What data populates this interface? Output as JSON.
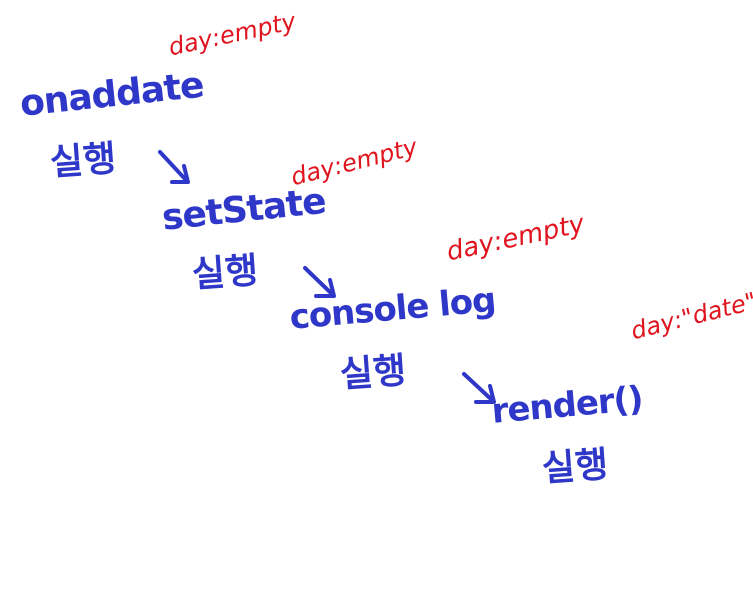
{
  "steps": [
    {
      "label": "onaddate",
      "run": "실행",
      "state": "day:empty"
    },
    {
      "label": "setState",
      "run": "실행",
      "state": "day:empty"
    },
    {
      "label": "console log",
      "run": "실행",
      "state": "day:empty"
    },
    {
      "label": "render()",
      "run": "실행",
      "state": "day:\"date\""
    }
  ],
  "colors": {
    "ink_blue": "#2f37c9",
    "ink_red": "#e0141e",
    "background": "#ffffff"
  }
}
